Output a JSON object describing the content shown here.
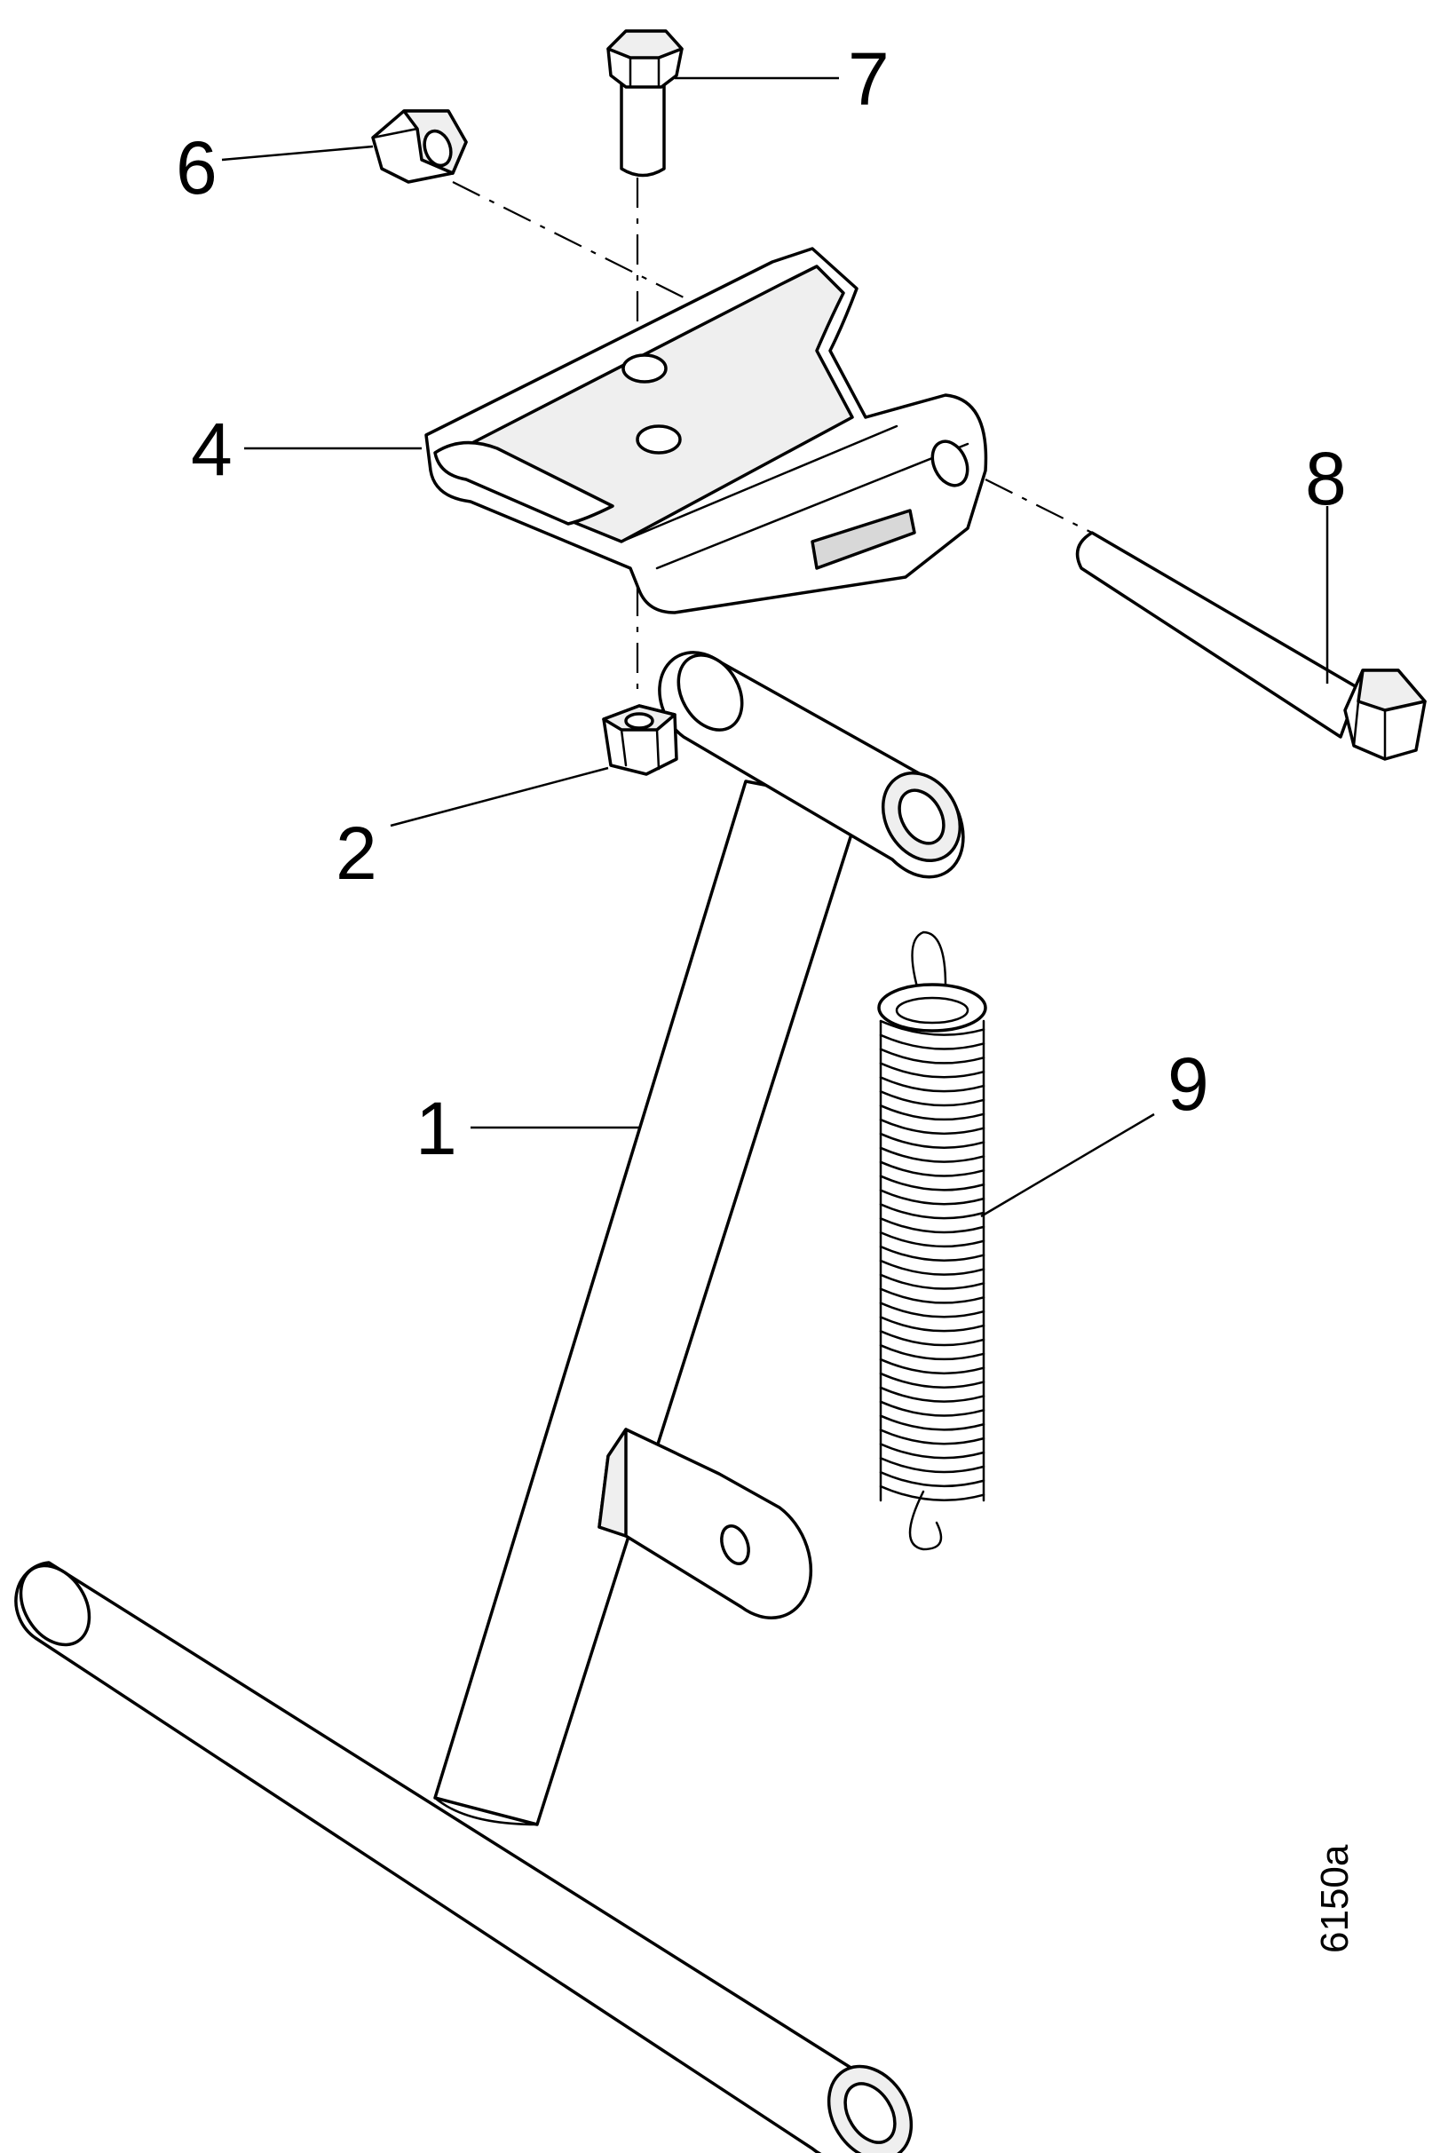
{
  "callouts": [
    {
      "id": "1",
      "label": "1"
    },
    {
      "id": "2",
      "label": "2"
    },
    {
      "id": "4",
      "label": "4"
    },
    {
      "id": "6",
      "label": "6"
    },
    {
      "id": "7",
      "label": "7"
    },
    {
      "id": "8",
      "label": "8"
    },
    {
      "id": "9",
      "label": "9"
    }
  ],
  "figure_id": "6150a"
}
